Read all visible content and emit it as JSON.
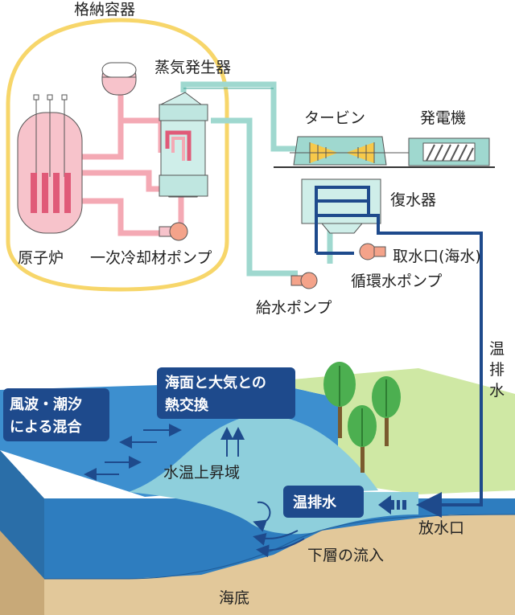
{
  "plant": {
    "containment_label": "格納容器",
    "steam_generator_label": "蒸気発生器",
    "turbine_label": "タービン",
    "generator_label": "発電機",
    "condenser_label": "復水器",
    "reactor_label": "原子炉",
    "primary_pump_label": "一次冷却材ポンプ",
    "intake_label": "取水口(海水)",
    "circulating_pump_label": "循環水ポンプ",
    "feedwater_pump_label": "給水ポンプ",
    "warm_discharge_vertical": [
      "温",
      "排",
      "水"
    ]
  },
  "ocean": {
    "wind_mixing_lines": [
      "風波・潮汐",
      "による混合"
    ],
    "heat_exchange_lines": [
      "海面と大気との",
      "熱交換"
    ],
    "warm_region_label": "水温上昇域",
    "warm_discharge_label": "温排水",
    "outlet_label": "放水口",
    "lower_inflow_label": "下層の流入",
    "seabed_label": "海底"
  },
  "colors": {
    "containment": "#f7d66a",
    "primary_loop": "#f4a9b4",
    "secondary_loop": "#9fd8cf",
    "cooling_water": "#1e4a8c",
    "sea_deep": "#2e7dbf",
    "sea_warm": "#8ecfdc",
    "seabed": "#e2c89a",
    "land": "#cfe8a4",
    "tree": "#4caf50"
  }
}
